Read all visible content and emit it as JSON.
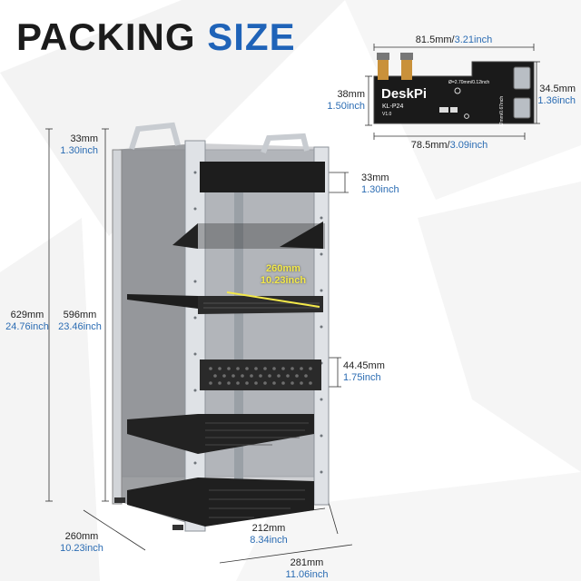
{
  "title": {
    "word1": "PACKING",
    "word2": "SIZE"
  },
  "colors": {
    "accent": "#1f63b8",
    "inch": "#2b6cb3",
    "inner_label": "#f3e84a",
    "pcb": "#1a1a1a",
    "rack_frame": "#cfd3d8",
    "panel": "#8a8a8a"
  },
  "board": {
    "brand": "DeskPi",
    "model": "KL-P24",
    "version": "V1.0",
    "hole_note": "Ø=2.70mm/0.12inch",
    "width": {
      "mm": "81.5mm",
      "inch": "3.21inch"
    },
    "height_left": {
      "mm": "38mm",
      "inch": "1.50inch"
    },
    "height_right": {
      "mm": "34.5mm",
      "inch": "1.36inch"
    },
    "bottom": {
      "mm": "78.5mm",
      "inch": "3.09inch"
    },
    "side_note": "17mm/0.67inch"
  },
  "rack": {
    "top_gap": {
      "mm": "33mm",
      "inch": "1.30inch"
    },
    "total_height": {
      "mm": "629mm",
      "inch": "24.76inch"
    },
    "inner_height": {
      "mm": "596mm",
      "inch": "23.46inch"
    },
    "panel_height": {
      "mm": "33mm",
      "inch": "1.30inch"
    },
    "shelf_depth": {
      "mm": "260mm",
      "inch": "10.23inch"
    },
    "panel_1u": {
      "mm": "44.45mm",
      "inch": "1.75inch"
    },
    "depth": {
      "mm": "260mm",
      "inch": "10.23inch"
    },
    "inner_width": {
      "mm": "212mm",
      "inch": "8.34inch"
    },
    "outer_width": {
      "mm": "281mm",
      "inch": "11.06inch"
    }
  }
}
